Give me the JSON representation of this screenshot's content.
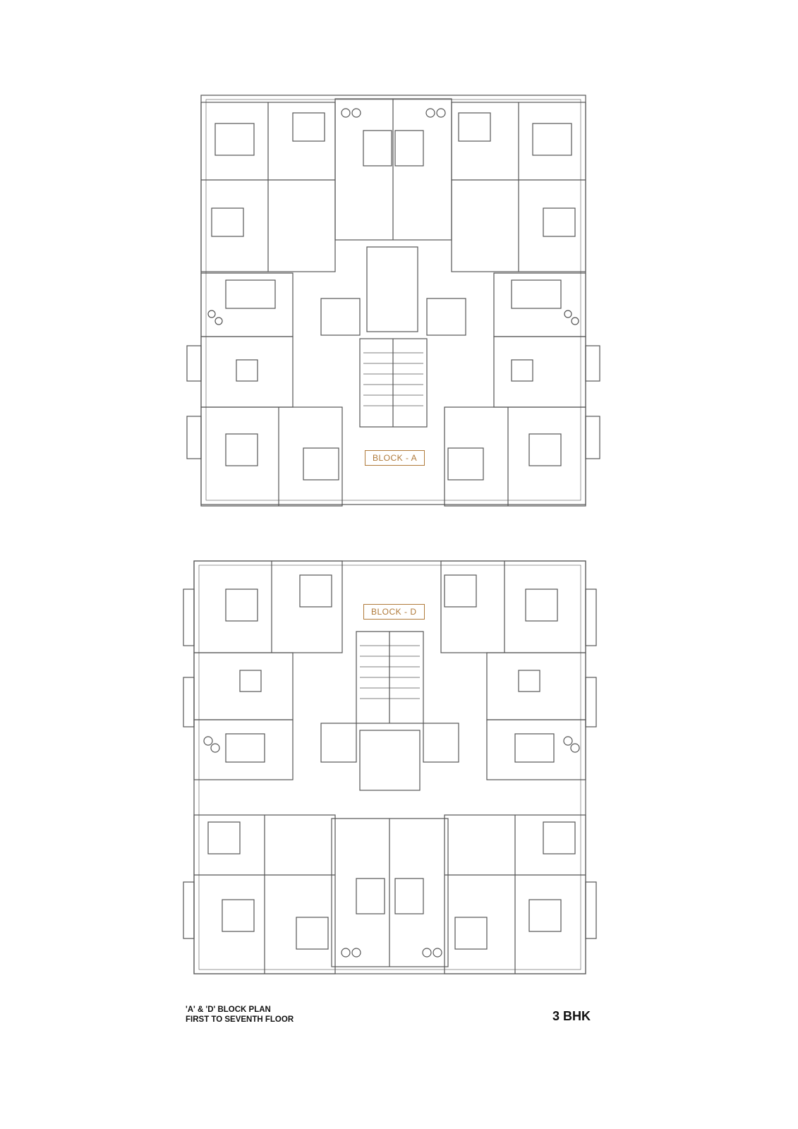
{
  "blocks": {
    "a": {
      "label": "BLOCK - A"
    },
    "d": {
      "label": "BLOCK - D"
    }
  },
  "caption": {
    "line1": "'A' & 'D' BLOCK PLAN",
    "line2": "FIRST TO SEVENTH FLOOR"
  },
  "unit_type": "3 BHK",
  "colors": {
    "wall": "#555555",
    "label": "#b07a3a"
  }
}
